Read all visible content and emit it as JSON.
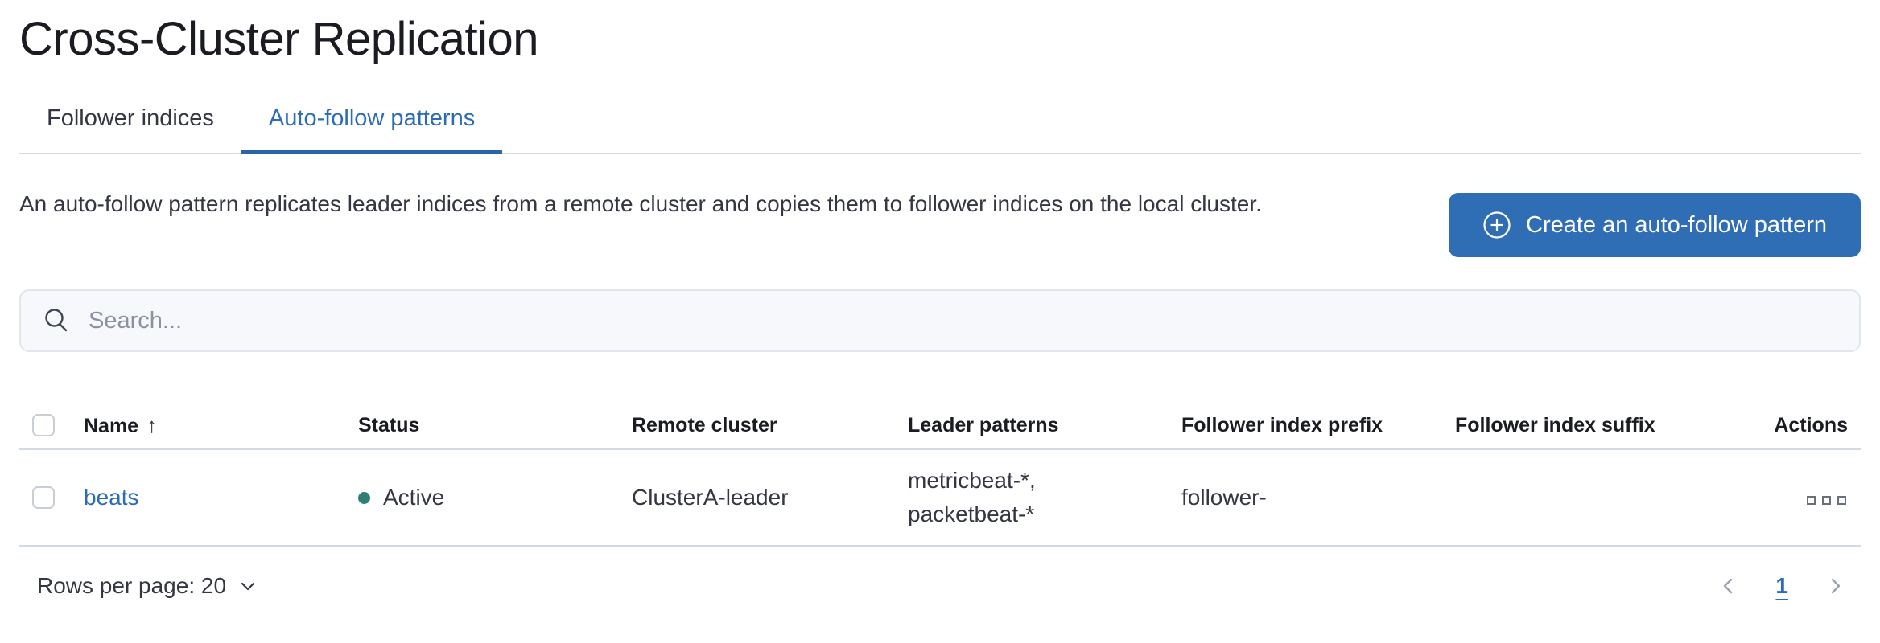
{
  "page": {
    "title": "Cross-Cluster Replication"
  },
  "tabs": [
    {
      "label": "Follower indices",
      "active": false
    },
    {
      "label": "Auto-follow patterns",
      "active": true
    }
  ],
  "description": "An auto-follow pattern replicates leader indices from a remote cluster and copies them to follower indices on the local cluster.",
  "create_button": {
    "label": "Create an auto-follow pattern",
    "icon": "plus-in-circle-icon"
  },
  "search": {
    "placeholder": "Search...",
    "value": "",
    "icon": "search-icon"
  },
  "table": {
    "columns": [
      "Name",
      "Status",
      "Remote cluster",
      "Leader patterns",
      "Follower index prefix",
      "Follower index suffix",
      "Actions"
    ],
    "sort": {
      "column": "Name",
      "direction": "ascending",
      "arrow": "↑"
    },
    "rows": [
      {
        "name": "beats",
        "status": "Active",
        "remote_cluster": "ClusterA-leader",
        "leader_patterns": "metricbeat-*, packetbeat-*",
        "follower_index_prefix": "follower-",
        "follower_index_suffix": "",
        "actions_icon": "boxes-horizontal-icon"
      }
    ]
  },
  "footer": {
    "rows_per_page_label": "Rows per page: 20",
    "pagination": {
      "current_page": "1"
    }
  },
  "colors": {
    "primary_blue": "#2b6cb5",
    "button_blue": "#2f6eb5",
    "success_teal": "#317f74",
    "text_dark": "#343741",
    "muted_gray": "#69707d",
    "divider": "#d3dae6"
  }
}
